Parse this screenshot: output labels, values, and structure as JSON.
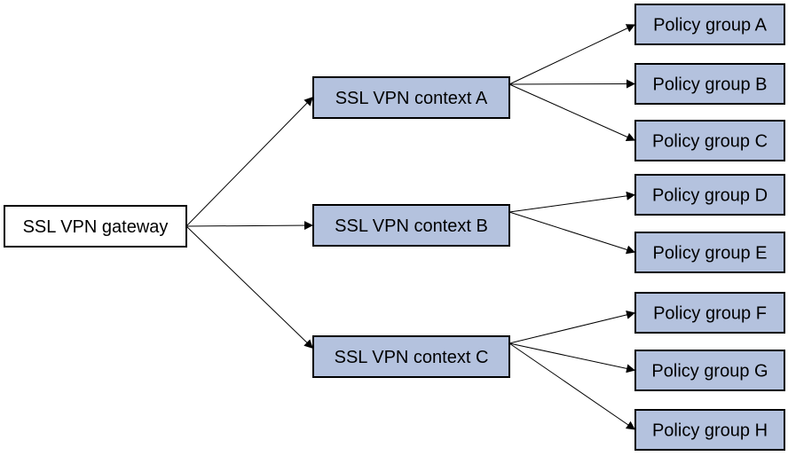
{
  "diagram": {
    "root": {
      "label": "SSL VPN gateway",
      "fill": "#ffffff"
    },
    "contexts": [
      {
        "label": "SSL VPN context A",
        "policy_groups": [
          "Policy group A",
          "Policy group B",
          "Policy group C"
        ]
      },
      {
        "label": "SSL VPN context B",
        "policy_groups": [
          "Policy group D",
          "Policy group E"
        ]
      },
      {
        "label": "SSL VPN context C",
        "policy_groups": [
          "Policy group F",
          "Policy group G",
          "Policy group H"
        ]
      }
    ],
    "colors": {
      "node_fill": "#b4c2de",
      "border": "#000000",
      "edge": "#000000"
    }
  }
}
